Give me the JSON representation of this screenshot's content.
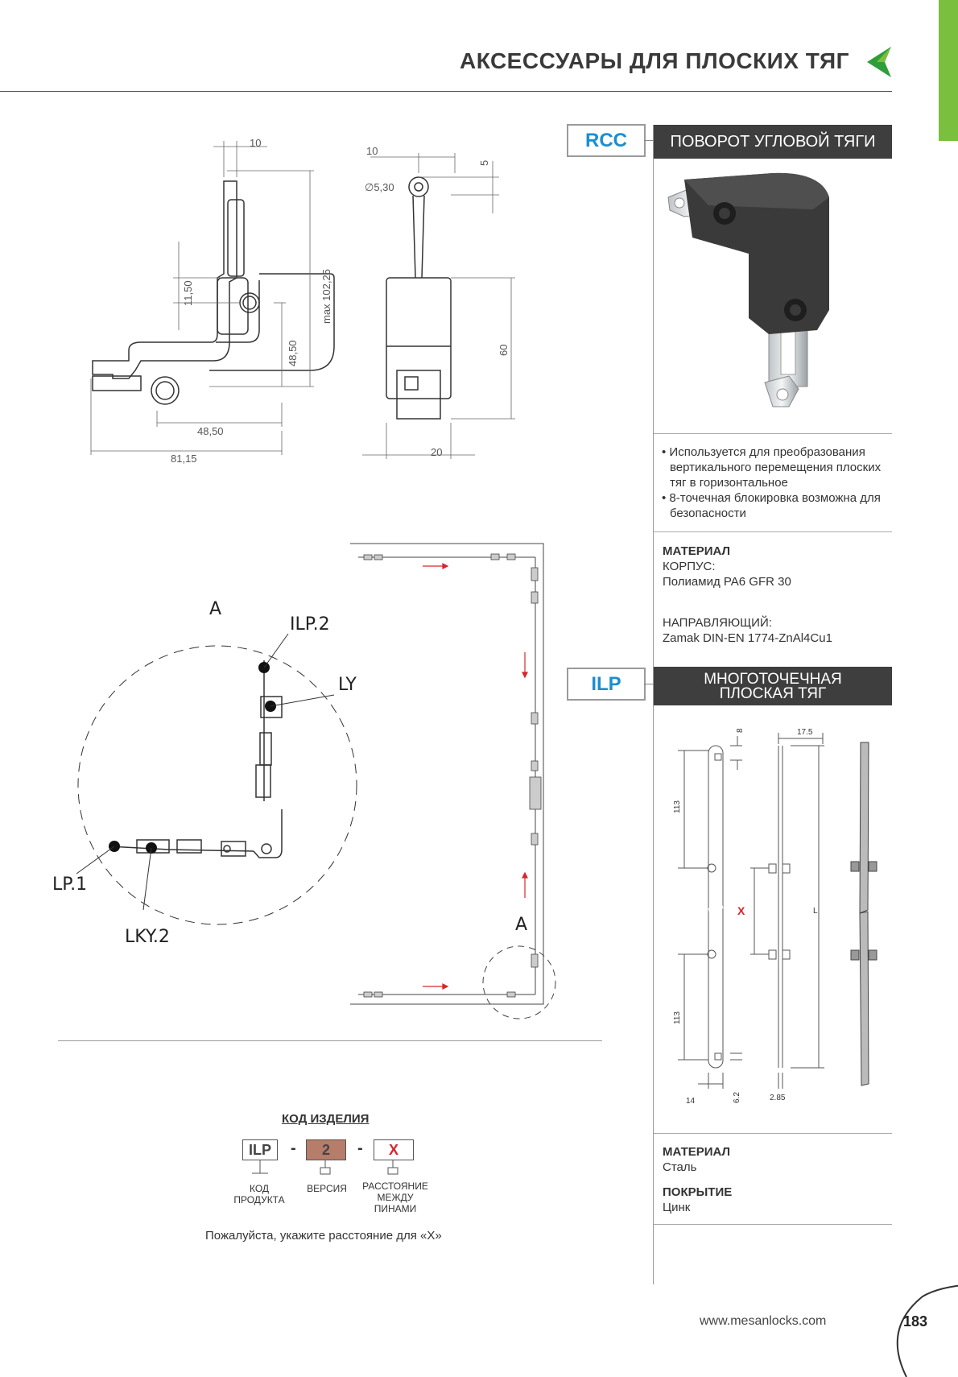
{
  "header": {
    "title": "АКСЕССУАРЫ ДЛЯ ПЛОСКИХ ТЯГ"
  },
  "rcc": {
    "code": "RCC",
    "title": "ПОВОРОТ УГЛОВОЙ ТЯГИ",
    "bullets": [
      "• Используется для преобразования вертикального перемещения плоских тяг в горизонтальное",
      "• 8-точечная блокировка возможна для безопасности"
    ],
    "material_head": "МАТЕРИАЛ",
    "body_label": "КОРПУС:",
    "body_value": "Полиамид PA6 GFR 30",
    "guide_label": "НАПРАВЛЯЮЩИЙ:",
    "guide_value": "Zamak DIN-EN 1774-ZnAl4Cu1"
  },
  "ilp": {
    "code": "ILP",
    "title_line1": "МНОГОТОЧЕЧНАЯ",
    "title_line2": "ПЛОСКАЯ ТЯГ",
    "material_head": "МАТЕРИАЛ",
    "material_value": "Сталь",
    "coating_head": "ПОКРЫТИЕ",
    "coating_value": "Цинк"
  },
  "drawing_rcc": {
    "d10a": "10",
    "d10b": "10",
    "d5": "5",
    "d530": "∅5,30",
    "d1150": "11,50",
    "d4850v": "48,50",
    "d10225": "max 102,25",
    "d60": "60",
    "d4850h": "48,50",
    "d8115": "81,15",
    "d20": "20"
  },
  "drawing_ilp": {
    "d175": "17.5",
    "d8": "8",
    "d113a": "113",
    "dX": "X",
    "dL": "L",
    "d113b": "113",
    "d14": "14",
    "d62": "6.2",
    "d285": "2.85"
  },
  "callouts": {
    "a_top": "A",
    "ilp2": "ILP.2",
    "ly": "LY",
    "lp1": "LP.1",
    "lky2": "LKY.2",
    "a_frame": "A"
  },
  "product_code": {
    "title": "КОД ИЗДЕЛИЯ",
    "code_value": "ILP",
    "version_value": "2",
    "distance_value": "X",
    "dash": "-",
    "label_code": "КОД ПРОДУКТА",
    "label_version": "ВЕРСИЯ",
    "label_distance": "РАССТОЯНИЕ МЕЖДУ ПИНАМИ",
    "note": "Пожалуйста, укажите расстояние для «X»",
    "colors": {
      "version_fill": "#b57d6a",
      "distance_text": "#d6262b",
      "code_text": "#444444"
    }
  },
  "footer": {
    "url": "www.mesanlocks.com",
    "page": "183"
  },
  "colors": {
    "accent_green": "#7bbf3e",
    "code_blue": "#1a8fd0",
    "band_dark": "#3e3e3e",
    "arrow_red": "#d6262b"
  }
}
